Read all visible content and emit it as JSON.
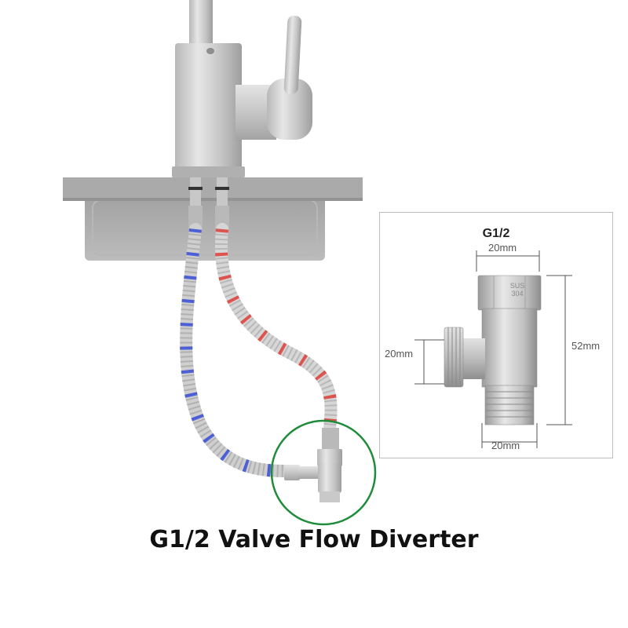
{
  "caption": "G1/2 Valve Flow Diverter",
  "spec": {
    "title": "G1/2",
    "top_width": "20mm",
    "side_width": "20mm",
    "height": "52mm",
    "bottom_width": "20mm",
    "stamp_line1": "SUS",
    "stamp_line2": "304"
  },
  "colors": {
    "highlight_circle": "#1e8c3a",
    "cold_hose_stripe": "#3a4fd8",
    "hot_hose_stripe": "#e0403a",
    "steel": "#c9c9c9",
    "countertop": "#a9a9a9"
  }
}
